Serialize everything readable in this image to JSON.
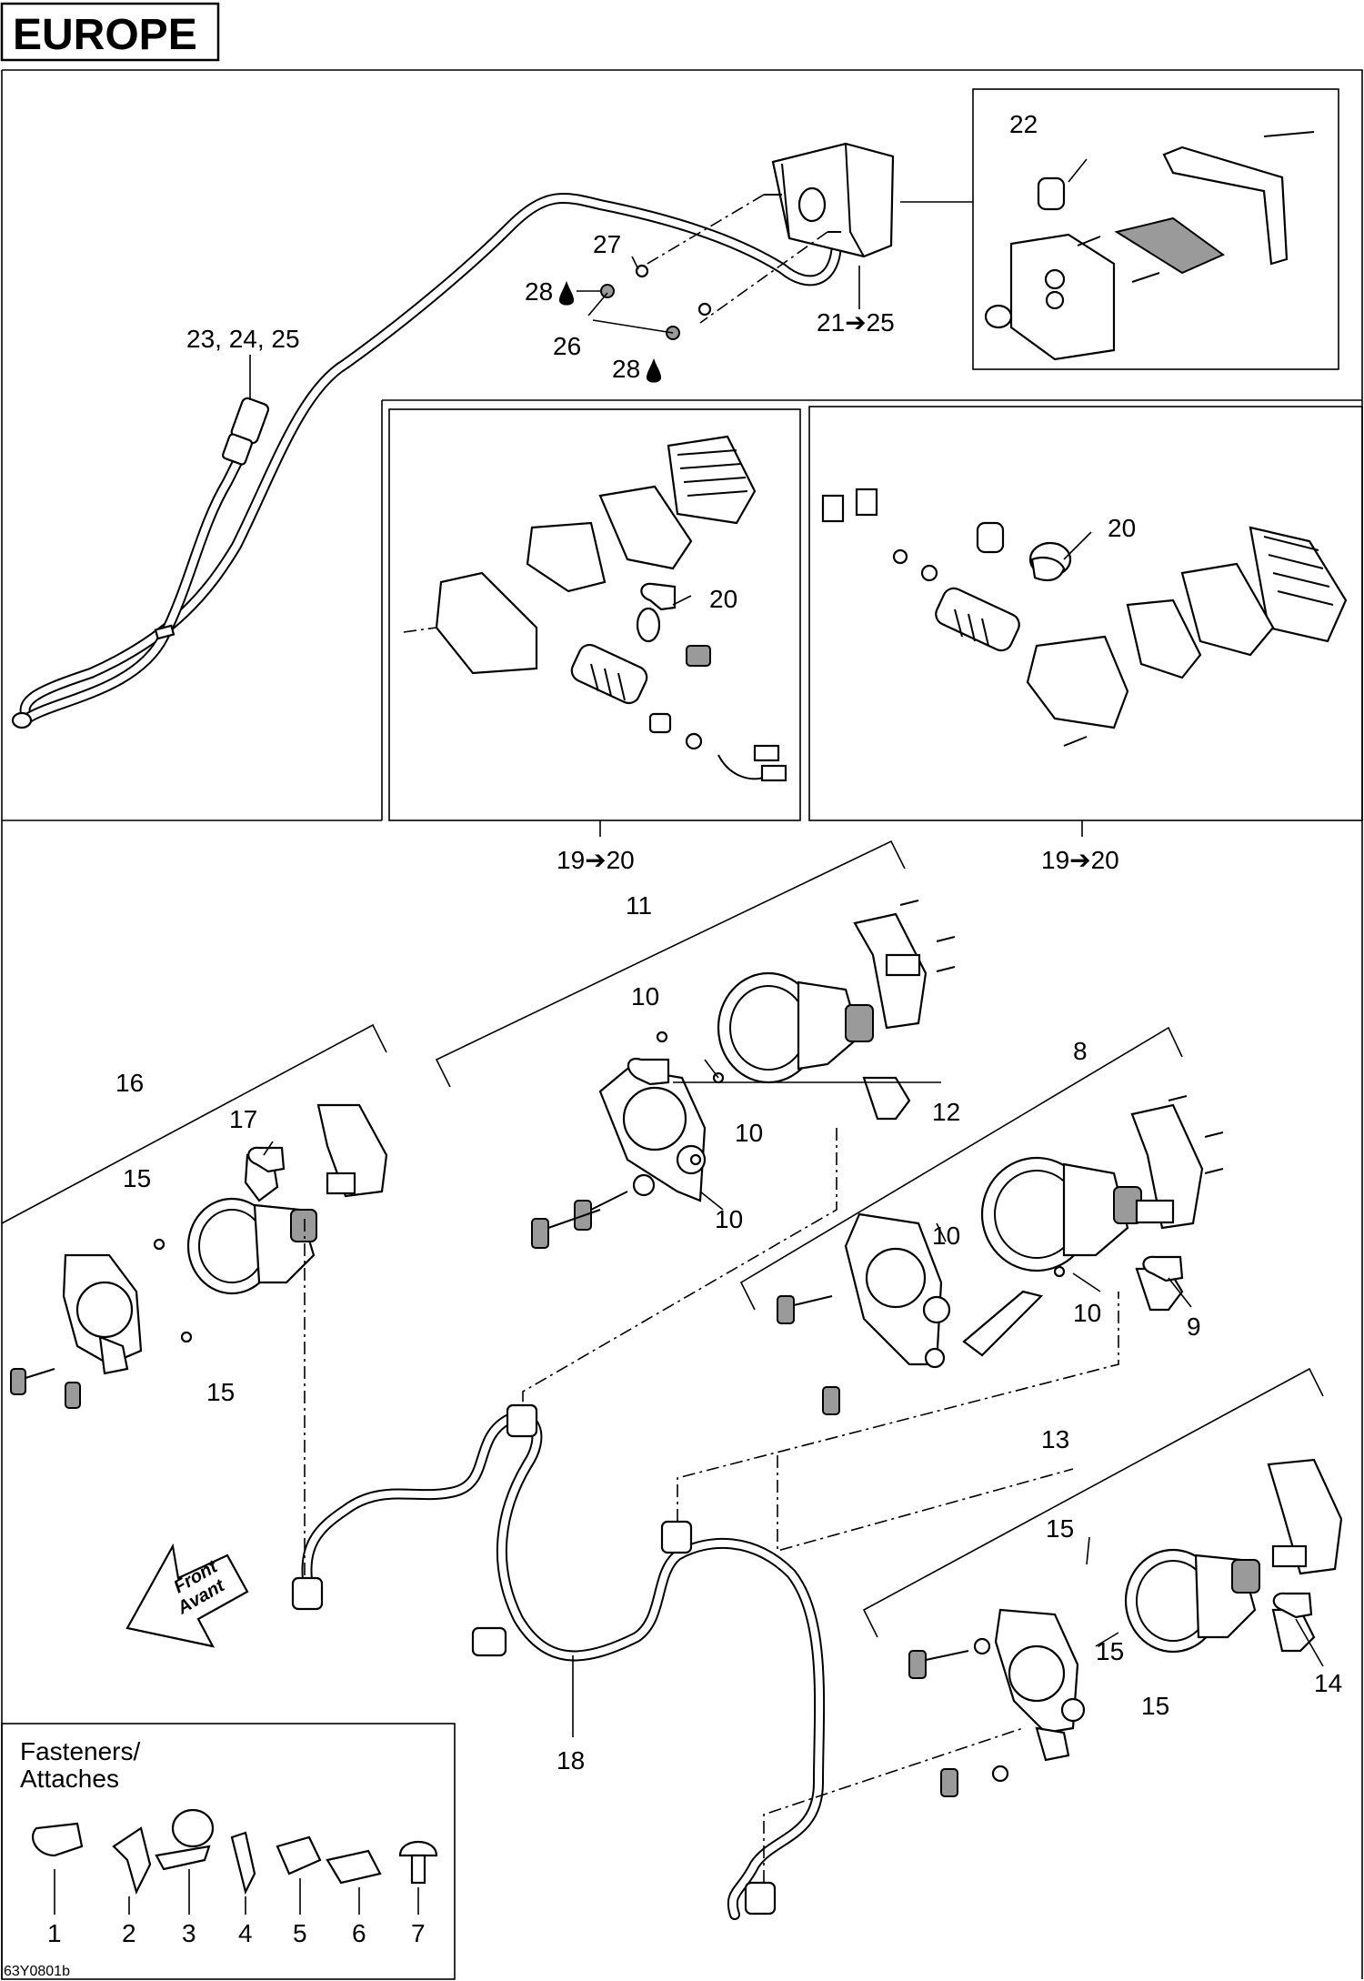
{
  "title": "EUROPE",
  "drawing_ref": "63Y0801b",
  "front_arrow": {
    "line1": "Front",
    "line2": "Avant"
  },
  "fasteners_box": {
    "line1": "Fasteners/",
    "line2": "Attaches"
  },
  "callouts": {
    "c1": "1",
    "c2": "2",
    "c3": "3",
    "c4": "4",
    "c5": "5",
    "c6": "6",
    "c7": "7",
    "c8": "8",
    "c9": "9",
    "c10a": "10",
    "c10b": "10",
    "c10c": "10",
    "c10d": "10",
    "c10e": "10",
    "c11": "11",
    "c12": "12",
    "c13": "13",
    "c14": "14",
    "c15a": "15",
    "c15b": "15",
    "c15c": "15",
    "c15d": "15",
    "c15e": "15",
    "c16": "16",
    "c17": "17",
    "c18": "18",
    "c19a": "19➔20",
    "c19b": "19➔20",
    "c20a": "20",
    "c20b": "20",
    "c21": "21➔25",
    "c22": "22",
    "c23": "23, 24, 25",
    "c26": "26",
    "c27": "27",
    "c28a": "28",
    "c28b": "28"
  },
  "icons": [
    "front-arrow-icon",
    "liquid-drop-icon"
  ]
}
